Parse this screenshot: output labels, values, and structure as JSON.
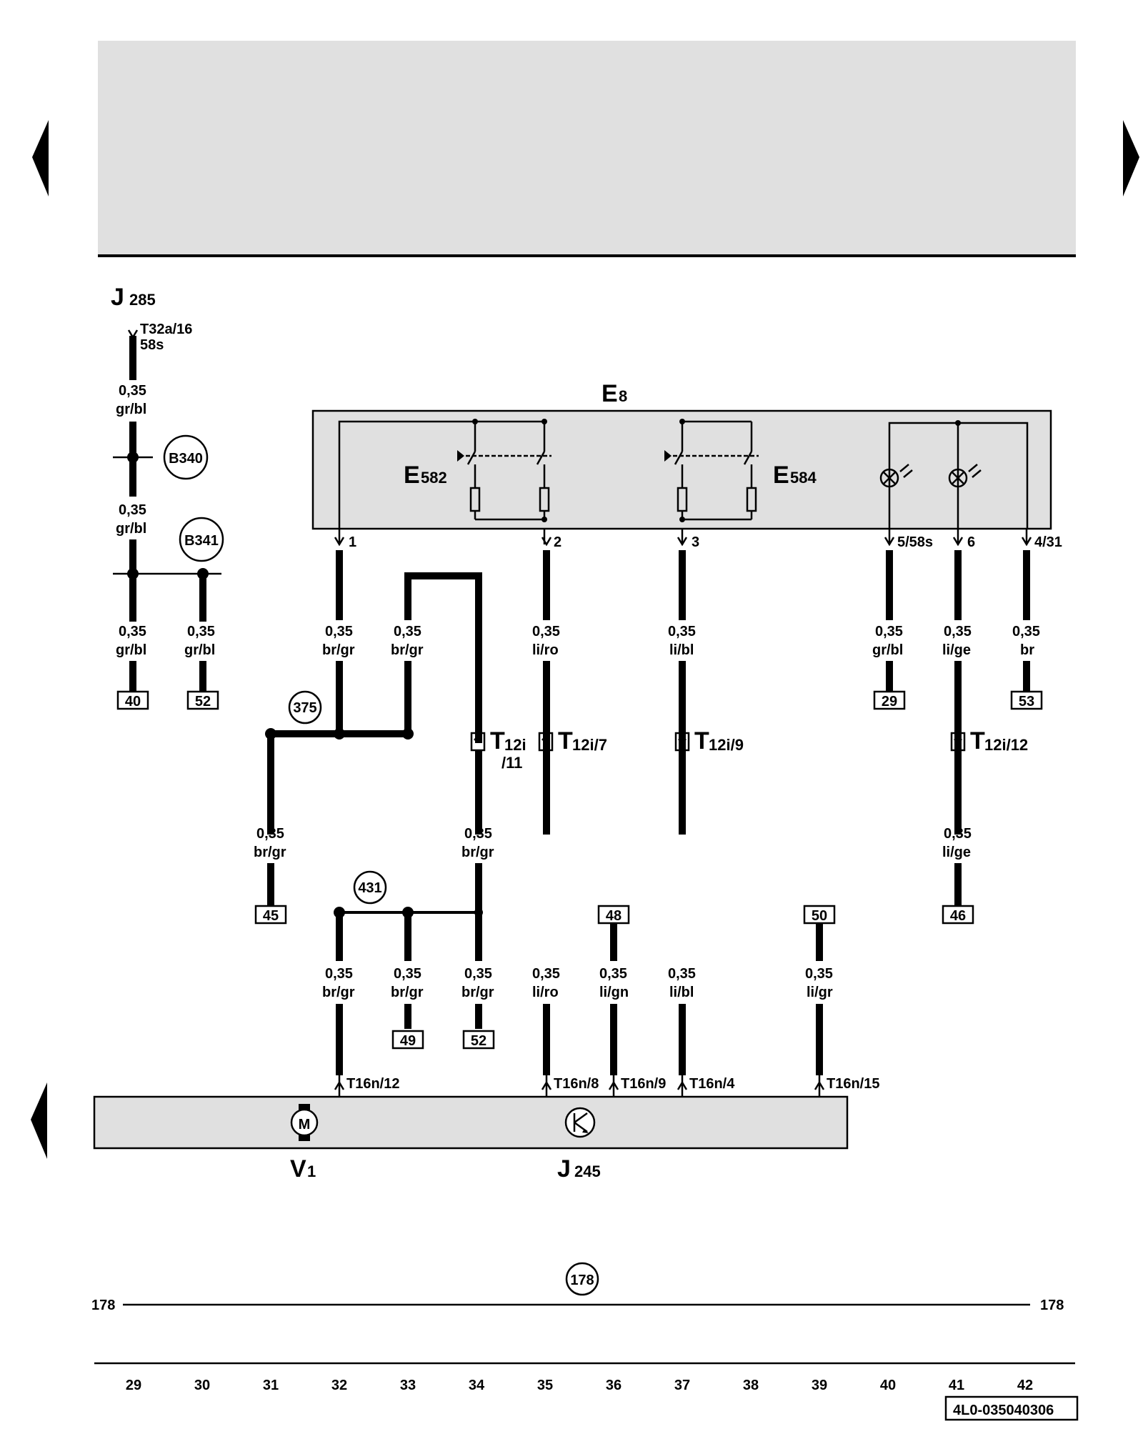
{
  "components": {
    "j285": {
      "letter": "J",
      "num": "285",
      "pin": "T32a/16",
      "signal": "58s"
    },
    "e8": {
      "letter": "E",
      "num": "8"
    },
    "e582": {
      "letter": "E",
      "num": "582"
    },
    "e584": {
      "letter": "E",
      "num": "584"
    },
    "v1": {
      "letter": "V",
      "num": "1",
      "symbol": "M"
    },
    "j245": {
      "letter": "J",
      "num": "245"
    }
  },
  "e8_pins": [
    "1",
    "2",
    "3",
    "5/58s",
    "6",
    "4/31"
  ],
  "connectors": [
    {
      "letter": "T",
      "num": "12i",
      "pin": "/11"
    },
    {
      "letter": "T",
      "num": "12i/7",
      "pin": ""
    },
    {
      "letter": "T",
      "num": "12i/9",
      "pin": ""
    },
    {
      "letter": "T",
      "num": "12i/12",
      "pin": ""
    }
  ],
  "bottom_pins": [
    "T16n/12",
    "T16n/8",
    "T16n/9",
    "T16n/4",
    "T16n/15"
  ],
  "wires": [
    {
      "size": "0,35",
      "color": "gr/bl"
    },
    {
      "size": "0,35",
      "color": "gr/bl"
    },
    {
      "size": "0,35",
      "color": "gr/bl"
    },
    {
      "size": "0,35",
      "color": "gr/bl"
    },
    {
      "size": "0,35",
      "color": "br/gr"
    },
    {
      "size": "0,35",
      "color": "br/gr"
    },
    {
      "size": "0,35",
      "color": "li/ro"
    },
    {
      "size": "0,35",
      "color": "li/bl"
    },
    {
      "size": "0,35",
      "color": "gr/bl"
    },
    {
      "size": "0,35",
      "color": "li/ge"
    },
    {
      "size": "0,35",
      "color": "br"
    },
    {
      "size": "0,35",
      "color": "br/gr"
    },
    {
      "size": "0,35",
      "color": "br/gr"
    },
    {
      "size": "0,35",
      "color": "li/ge"
    },
    {
      "size": "0,35",
      "color": "br/gr"
    },
    {
      "size": "0,35",
      "color": "br/gr"
    },
    {
      "size": "0,35",
      "color": "br/gr"
    },
    {
      "size": "0,35",
      "color": "li/ro"
    },
    {
      "size": "0,35",
      "color": "li/gn"
    },
    {
      "size": "0,35",
      "color": "li/bl"
    },
    {
      "size": "0,35",
      "color": "li/gr"
    }
  ],
  "splices": [
    "B340",
    "B341",
    "375",
    "431",
    "178"
  ],
  "references": [
    "40",
    "52",
    "29",
    "53",
    "45",
    "46",
    "48",
    "50",
    "49",
    "52"
  ],
  "ground_line": {
    "left": "178",
    "right": "178"
  },
  "columns": [
    "29",
    "30",
    "31",
    "32",
    "33",
    "34",
    "35",
    "36",
    "37",
    "38",
    "39",
    "40",
    "41",
    "42"
  ],
  "diagram_code": "4L0-035040306"
}
